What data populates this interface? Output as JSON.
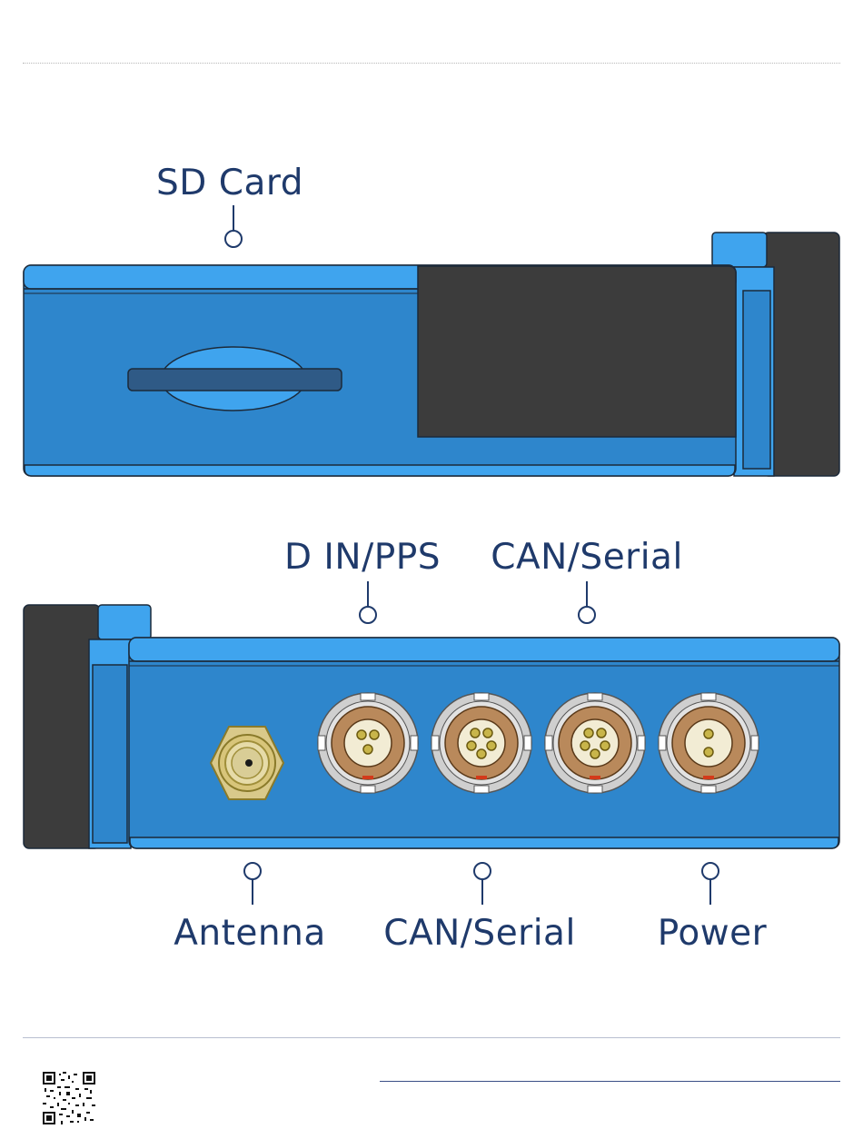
{
  "colors": {
    "case_blue": "#2e86cc",
    "case_light_blue": "#3fa4ee",
    "case_dark": "#3c3c3c",
    "outline": "#1c2a3a",
    "label_navy": "#1f3a6b",
    "connector_gray": "#cfcfcf",
    "connector_copper": "#b9895b",
    "pin_gold": "#c8b54a",
    "antenna_gold": "#d9c98a"
  },
  "top_view": {
    "sd_card_label": "SD Card"
  },
  "bottom_view": {
    "labels_above": {
      "d_in_pps": "D IN/PPS",
      "can_serial": "CAN/Serial"
    },
    "labels_below": {
      "antenna": "Antenna",
      "can_serial": "CAN/Serial",
      "power": "Power"
    },
    "connectors": [
      {
        "name": "D IN/PPS",
        "pins": 3
      },
      {
        "name": "CAN/Serial",
        "pins": 5
      },
      {
        "name": "CAN/Serial",
        "pins": 5
      },
      {
        "name": "Power",
        "pins": 2
      }
    ]
  },
  "footer": {
    "qr_icon": "qr-code-icon"
  }
}
